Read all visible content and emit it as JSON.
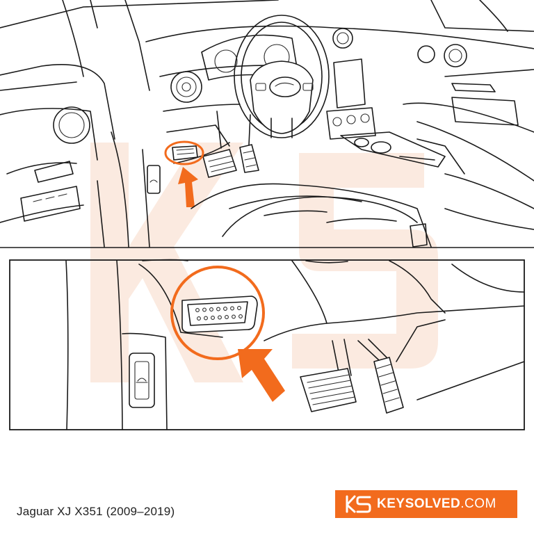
{
  "caption": {
    "vehicle": "Jaguar XJ X351 (2009–2019)"
  },
  "brand": {
    "name": "KEYSOLVED",
    "tld": ".COM",
    "logo_icon": "ks-monogram-icon",
    "color": "#f26b1d"
  },
  "illustration": {
    "accent_color": "#f26b1d",
    "ink_color": "#1a1a1a",
    "watermark_icon": "ks-watermark-icon",
    "callout_icon": "arrow-pointer-icon"
  }
}
